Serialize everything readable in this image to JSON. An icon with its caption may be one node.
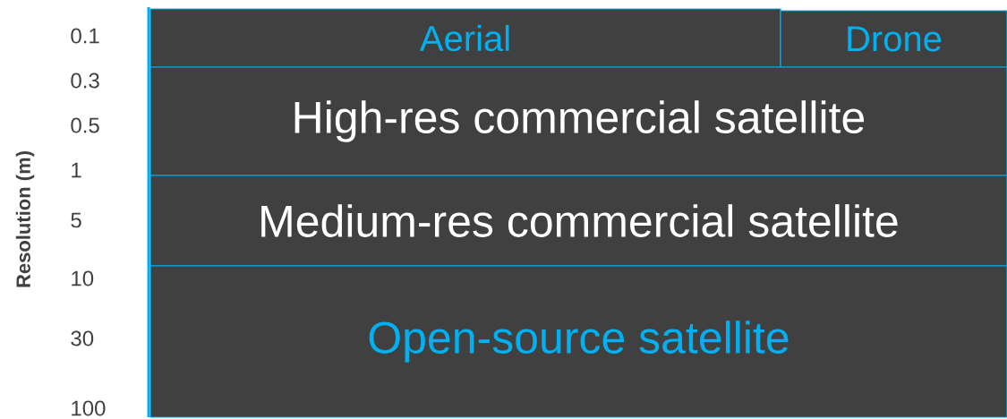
{
  "diagram": {
    "nodes": [
      {
        "text": [
          "Aerial"
        ]
      },
      {
        "text": [
          "Drone"
        ]
      },
      {
        "text": [
          "High-res commercial satellite"
        ]
      },
      {
        "text": [
          "Medium-res commercial satellite"
        ]
      },
      {
        "text": [
          "Open-source satellite"
        ]
      }
    ],
    "labels": [
      "Resolution (m)",
      "0.1",
      "0.3",
      "0.5",
      "1",
      "5",
      "10",
      "30",
      "100"
    ]
  }
}
